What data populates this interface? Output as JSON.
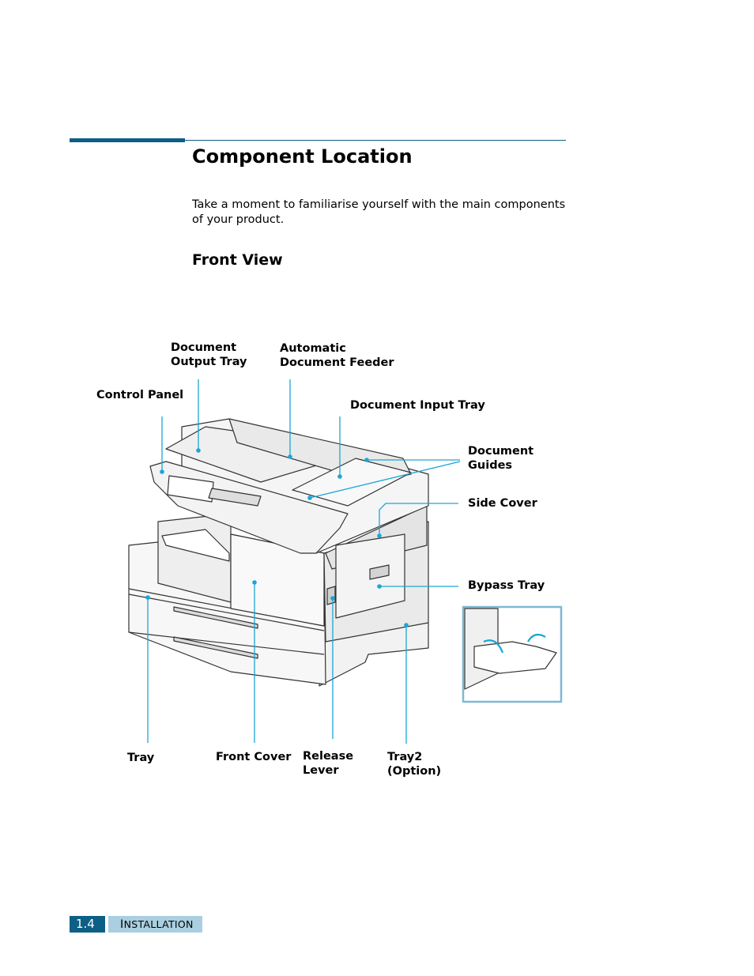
{
  "heading": "Component Location",
  "intro": "Take a moment to familiarise yourself with the main components of your product.",
  "subheading": "Front View",
  "labels": {
    "document_output_tray": "Document\nOutput Tray",
    "automatic_document_feeder": "Automatic\nDocument Feeder",
    "control_panel": "Control Panel",
    "document_input_tray": "Document Input Tray",
    "document_guides": "Document\nGuides",
    "side_cover": "Side Cover",
    "bypass_tray": "Bypass Tray",
    "tray": "Tray",
    "front_cover": "Front Cover",
    "release_lever": "Release\nLever",
    "tray2": "Tray2\n(Option)"
  },
  "footer": {
    "page_number": "1.4",
    "section_initial": "I",
    "section_rest": "NSTALLATION"
  },
  "colors": {
    "accent": "#0d5f86",
    "accent_light": "#a9cfe0",
    "callout": "#1aa6d6"
  }
}
